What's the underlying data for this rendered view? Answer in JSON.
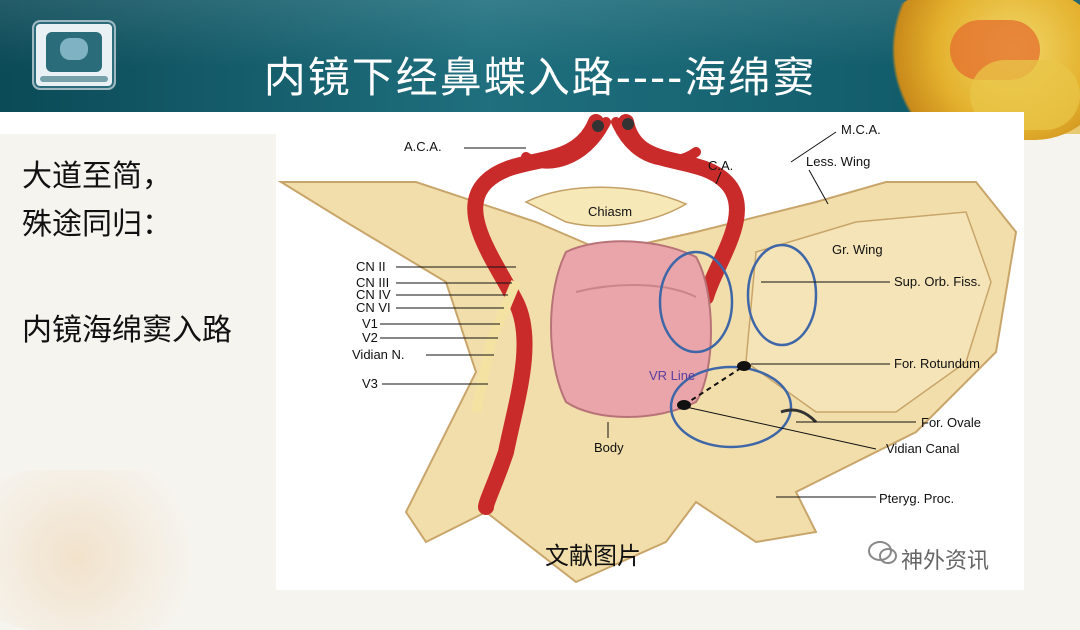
{
  "slide": {
    "title": "内镜下经鼻蝶入路----海绵窦",
    "left_lines": [
      "大道至简，",
      "殊途同归：",
      "内镜海绵窦入路"
    ]
  },
  "figure": {
    "caption": "文献图片",
    "labels": {
      "aca": "A.C.A.",
      "mca": "M.C.A.",
      "ca": "C.A.",
      "less_wing": "Less. Wing",
      "chiasm": "Chiasm",
      "gr_wing": "Gr. Wing",
      "sup_orb_fiss": "Sup. Orb. Fiss.",
      "for_rotundum": "For. Rotundum",
      "vr_line": "VR Line",
      "for_ovale": "For. Ovale",
      "vidian_canal": "Vidian Canal",
      "pteryg_proc": "Pteryg. Proc.",
      "body": "Body",
      "cn_ii": "CN II",
      "cn_iii": "CN III",
      "cn_iv": "CN IV",
      "cn_vi": "CN VI",
      "v1": "V1",
      "v2": "V2",
      "vidian_n": "Vidian N.",
      "v3": "V3"
    }
  },
  "watermark": {
    "text": "神外资讯",
    "icon": "wechat-icon"
  },
  "colors": {
    "header": "#0d5563",
    "bone": "#f2deaa",
    "artery": "#c92a2a",
    "pituitary": "#e9a5a9",
    "circle": "#3f67a8"
  }
}
